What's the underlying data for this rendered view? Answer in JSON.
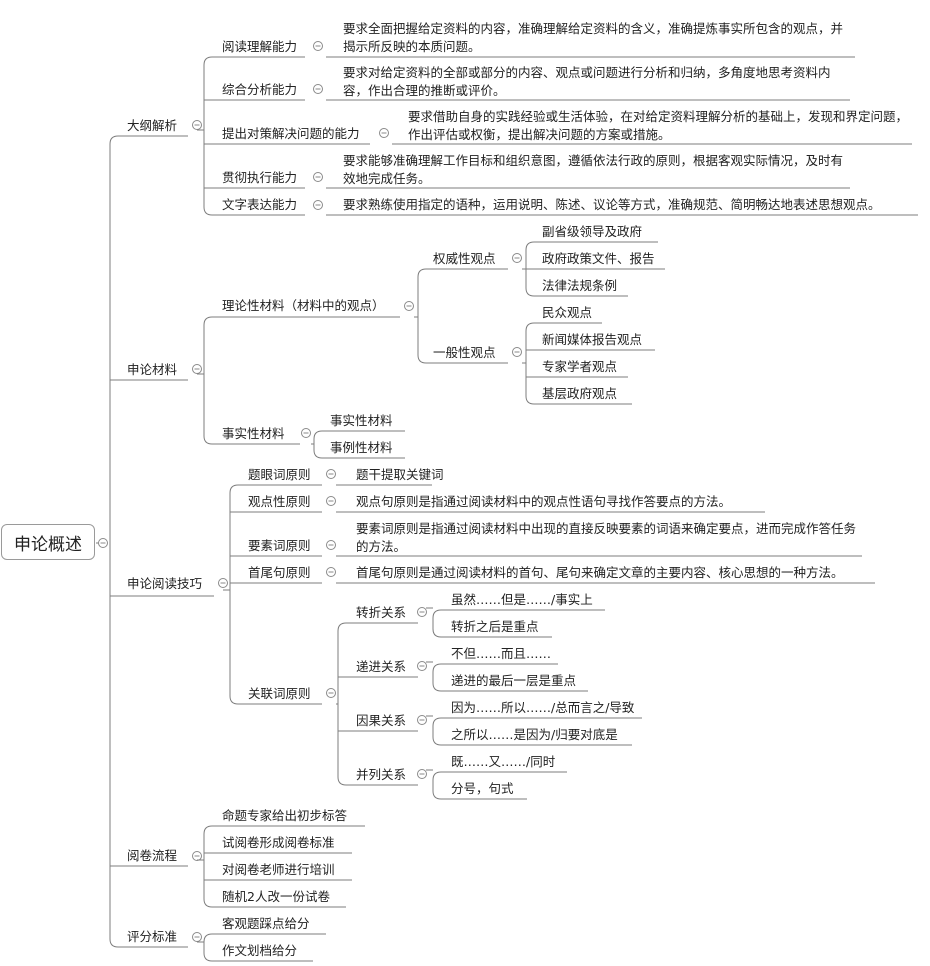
{
  "root": "申论概述",
  "b1": {
    "label": "大纲解析",
    "items": [
      {
        "label": "阅读理解能力",
        "desc": "要求全面把握给定资料的内容，准确理解给定资料的含义，准确提炼事实所包含的观点，并揭示所反映的本质问题。"
      },
      {
        "label": "综合分析能力",
        "desc": "要求对给定资料的全部或部分的内容、观点或问题进行分析和归纳，多角度地思考资料内容，作出合理的推断或评价。"
      },
      {
        "label": "提出对策解决问题的能力",
        "desc": "要求借助自身的实践经验或生活体验，在对给定资料理解分析的基础上，发现和界定问题，作出评估或权衡，提出解决问题的方案或措施。"
      },
      {
        "label": "贯彻执行能力",
        "desc": "要求能够准确理解工作目标和组织意图，遵循依法行政的原则，根据客观实际情况，及时有效地完成任务。"
      },
      {
        "label": "文字表达能力",
        "desc": "要求熟练使用指定的语种，运用说明、陈述、议论等方式，准确规范、简明畅达地表述思想观点。"
      }
    ]
  },
  "b2": {
    "label": "申论材料",
    "theory": {
      "label": "理论性材料（材料中的观点）",
      "authority": {
        "label": "权威性观点",
        "items": [
          "副省级领导及政府",
          "政府政策文件、报告",
          "法律法规条例"
        ]
      },
      "general": {
        "label": "一般性观点",
        "items": [
          "民众观点",
          "新闻媒体报告观点",
          "专家学者观点",
          "基层政府观点"
        ]
      }
    },
    "fact": {
      "label": "事实性材料",
      "items": [
        "事实性材料",
        "事例性材料"
      ]
    }
  },
  "b3": {
    "label": "申论阅读技巧",
    "items": [
      {
        "label": "题眼词原则",
        "desc": "题干提取关键词"
      },
      {
        "label": "观点性原则",
        "desc": "观点句原则是指通过阅读材料中的观点性语句寻找作答要点的方法。"
      },
      {
        "label": "要素词原则",
        "desc": "要素词原则是指通过阅读材料中出现的直接反映要素的词语来确定要点，进而完成作答任务的方法。"
      },
      {
        "label": "首尾句原则",
        "desc": "首尾句原则是通过阅读材料的首句、尾句来确定文章的主要内容、核心思想的一种方法。"
      }
    ],
    "assoc": {
      "label": "关联词原则",
      "groups": [
        {
          "label": "转折关系",
          "items": [
            "虽然……但是……/事实上",
            "转折之后是重点"
          ]
        },
        {
          "label": "递进关系",
          "items": [
            "不但……而且……",
            "递进的最后一层是重点"
          ]
        },
        {
          "label": "因果关系",
          "items": [
            "因为……所以……/总而言之/导致",
            "之所以……是因为/归要对底是"
          ]
        },
        {
          "label": "并列关系",
          "items": [
            "既……又……/同时",
            "分号，句式"
          ]
        }
      ]
    }
  },
  "b4": {
    "label": "阅卷流程",
    "items": [
      "命题专家给出初步标答",
      "试阅卷形成阅卷标准",
      "对阅卷老师进行培训",
      "随机2人改一份试卷"
    ]
  },
  "b5": {
    "label": "评分标准",
    "items": [
      "客观题踩点给分",
      "作文划档给分"
    ]
  }
}
